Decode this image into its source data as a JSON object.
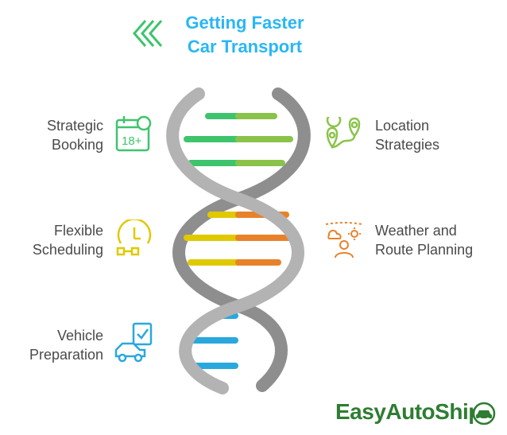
{
  "title": {
    "line1": "Getting Faster",
    "line2": "Car Transport"
  },
  "items": {
    "booking": {
      "line1": "Strategic",
      "line2": "Booking",
      "icon": "calendar-18plus-icon",
      "color": "#3ec46d"
    },
    "location": {
      "line1": "Location",
      "line2": "Strategies",
      "icon": "map-pins-icon",
      "color": "#8bc34a"
    },
    "flexible": {
      "line1": "Flexible",
      "line2": "Scheduling",
      "icon": "clock-schedule-icon",
      "color": "#e0c900"
    },
    "weather": {
      "line1": "Weather and",
      "line2": "Route Planning",
      "icon": "weather-person-icon",
      "color": "#e8822a"
    },
    "vehicle": {
      "line1": "Vehicle",
      "line2": "Preparation",
      "icon": "car-checklist-icon",
      "color": "#29a8dd"
    }
  },
  "brand": {
    "part1": "Easy",
    "part2": "Auto",
    "part3": "Ship"
  },
  "colors": {
    "backbone": "#a9a9a9",
    "title": "#29b6f6",
    "brand": "#2e7d32"
  }
}
